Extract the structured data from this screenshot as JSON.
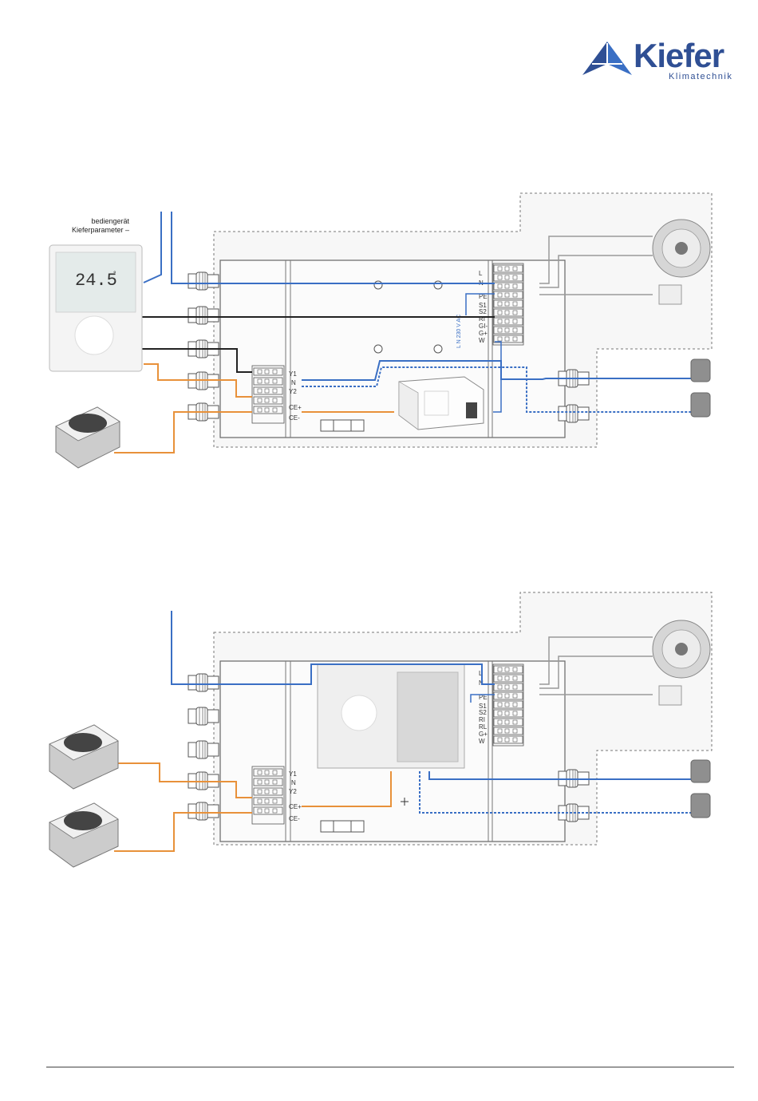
{
  "brand": {
    "name": "Kiefer",
    "tagline": "Klimatechnik",
    "color": "#2f4f94"
  },
  "diagram1": {
    "caption_line1": "bediengerät",
    "caption_line2": "Kieferparameter –",
    "display_value": "24.5",
    "display_unit": "°",
    "voltage_label": "L N 230 V AC",
    "terminals_right": [
      "L",
      "N",
      "PE",
      "S1",
      "S2",
      "RI",
      "GI-",
      "G+",
      "W"
    ],
    "terminals_left": [
      "Y1",
      "N",
      "Y2",
      "CE+",
      "CE-"
    ]
  },
  "diagram2": {
    "terminals_right": [
      "L",
      "N",
      "PE",
      "S1",
      "S2",
      "RI",
      "RL",
      "G+",
      "W"
    ],
    "terminals_left": [
      "Y1",
      "N",
      "Y2",
      "CE+",
      "CE-"
    ]
  },
  "colors": {
    "wire_blue": "#3a6fc4",
    "wire_orange": "#e8913a",
    "wire_black": "#222222",
    "wire_grey": "#9a9a9a"
  }
}
